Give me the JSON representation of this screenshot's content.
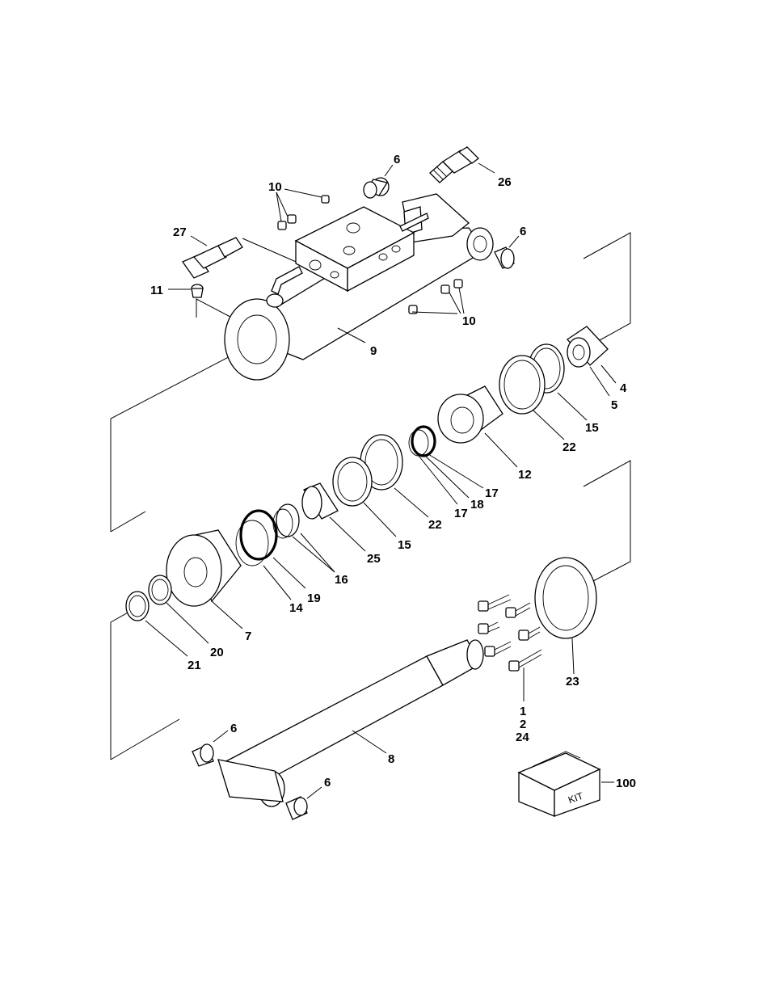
{
  "callouts": {
    "c26": "26",
    "c6_top": "6",
    "c10_top": "10",
    "c27": "27",
    "c6_right": "6",
    "c11": "11",
    "c10_bottom": "10",
    "c9": "9",
    "c4": "4",
    "c5": "5",
    "c15_right": "15",
    "c22_right": "22",
    "c12": "12",
    "c17_a": "17",
    "c18": "18",
    "c17_b": "17",
    "c22_mid": "22",
    "c15_mid": "15",
    "c25": "25",
    "c16": "16",
    "c19": "19",
    "c14": "14",
    "c7": "7",
    "c20": "20",
    "c21": "21",
    "c23": "23",
    "c1": "1",
    "c2": "2",
    "c24": "24",
    "c6_lower_left": "6",
    "c8": "8",
    "c6_lower": "6",
    "c100": "100"
  },
  "kit_label": "KIT"
}
